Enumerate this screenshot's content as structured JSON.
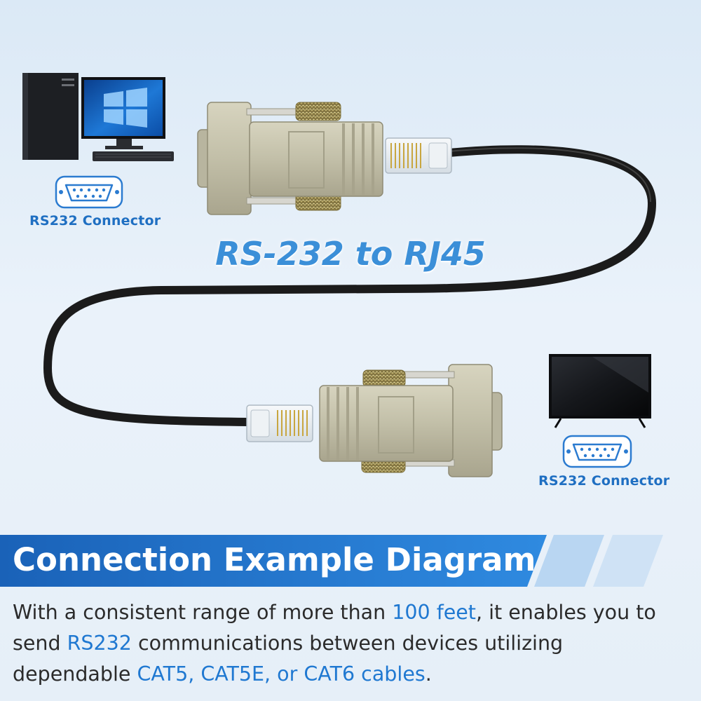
{
  "colors": {
    "accent": "#1f78d1",
    "title": "#3b8fd8",
    "banner": "#1e6fc4",
    "adapter": "#c2bfa8",
    "cable": "#1b1b1b"
  },
  "icons": {
    "computer": "desktop-computer-icon",
    "tv": "television-icon",
    "db9_port": "db9-serial-port-icon"
  },
  "left_device": {
    "label": "RS232 Connector"
  },
  "right_device": {
    "label": "RS232 Connector"
  },
  "title": "RS-232 to RJ45",
  "banner": {
    "title": "Connection Example Diagram"
  },
  "description": {
    "p1": "With a consistent range of more than ",
    "h1": "100 feet",
    "p2": ", it enables you to send ",
    "h2": "RS232",
    "p3": " communications between devices utilizing dependable ",
    "h3": "CAT5, CAT5E, or CAT6 cables",
    "p4": "."
  }
}
